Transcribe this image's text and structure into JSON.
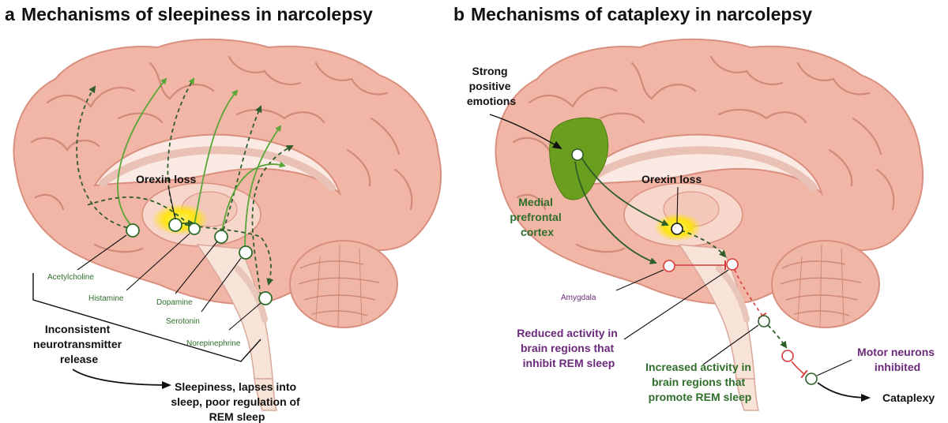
{
  "panel_a": {
    "letter": "a",
    "title": "Mechanisms of sleepiness in narcolepsy",
    "orexin_label": "Orexin loss",
    "neurotransmitters": [
      "Acetylcholine",
      "Histamine",
      "Dopamine",
      "Serotonin",
      "Norepinephrine"
    ],
    "release_label": [
      "Inconsistent",
      "neurotransmitter",
      "release"
    ],
    "outcome_label": [
      "Sleepiness, lapses into",
      "sleep, poor regulation of",
      "REM sleep"
    ]
  },
  "panel_b": {
    "letter": "b",
    "title": "Mechanisms of cataplexy in narcolepsy",
    "emotion_label": [
      "Strong",
      "positive",
      "emotions"
    ],
    "orexin_label": "Orexin loss",
    "mpfc_label": [
      "Medial",
      "prefrontal",
      "cortex"
    ],
    "amygdala_label": "Amygdala",
    "reduced_label": [
      "Reduced activity in",
      "brain regions that",
      "inhibit REM sleep"
    ],
    "increased_label": [
      "Increased activity in",
      "brain regions that",
      "promote REM sleep"
    ],
    "motor_label": [
      "Motor neurons",
      "inhibited"
    ],
    "cataplexy_label": "Cataplexy"
  },
  "colors": {
    "brain_pink": "#f2b6a6",
    "green_arrow": "#5aa637",
    "dark_green": "#2f6e2a",
    "inhibit_red": "#d93b3b",
    "purple_text": "#6b2a7a",
    "mpfc_fill": "#6a9e1f",
    "orexin_glow": "#ffe500"
  }
}
